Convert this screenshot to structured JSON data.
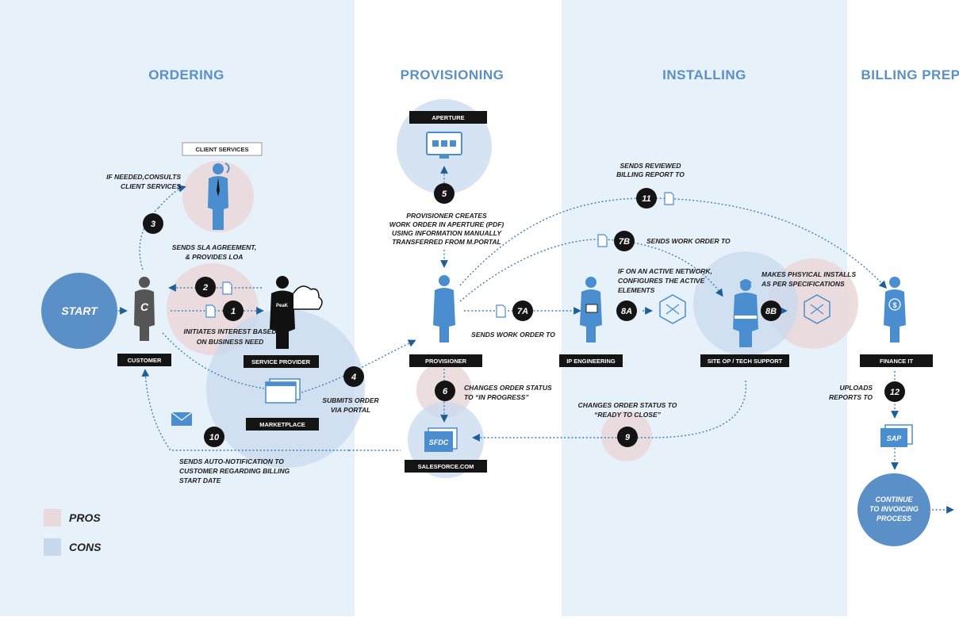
{
  "lanes": {
    "ordering": "ORDERING",
    "provisioning": "PROVISIONING",
    "installing": "INSTALLING",
    "billing": "BILLING PREP"
  },
  "nodes": {
    "start": "START",
    "customer": "CUSTOMER",
    "customer_initial": "C",
    "client_services": "CLIENT SERVICES",
    "service_provider": "SERVICE PROVIDER",
    "service_provider_logo": "PeaK",
    "marketplace": "MARKETPLACE",
    "aperture": "APERTURE",
    "provisioner": "PROVISIONER",
    "salesforce": "SALESFORCE.COM",
    "sfdc": "SFDC",
    "ip_engineering": "IP ENGINEERING",
    "site_op": "SITE OP / TECH SUPPORT",
    "finance_it": "FINANCE IT",
    "sap": "SAP",
    "continue": [
      "CONTINUE",
      "TO INVOICING",
      "PROCESS"
    ],
    "dollar": "$"
  },
  "steps": {
    "s1": "1",
    "s2": "2",
    "s3": "3",
    "s4": "4",
    "s5": "5",
    "s6": "6",
    "s7a": "7A",
    "s7b": "7B",
    "s8a": "8A",
    "s8b": "8B",
    "s9": "9",
    "s10": "10",
    "s11": "11",
    "s12": "12"
  },
  "notes": {
    "n1": [
      "INITIATES INTEREST BASED",
      "ON BUSINESS NEED"
    ],
    "n2": [
      "SENDS SLA AGREEMENT,",
      "& PROVIDES LOA"
    ],
    "n3": [
      "IF NEEDED,CONSULTS",
      "CLIENT SERVICES"
    ],
    "n4": [
      "SUBMITS ORDER",
      "VIA PORTAL"
    ],
    "n5": [
      "PROVISIONER CREATES",
      "WORK ORDER IN APERTURE (PDF)",
      "USING INFORMATION MANUALLY",
      "TRANSFERRED FROM M.PORTAL"
    ],
    "n6": [
      "CHANGES ORDER STATUS",
      "TO “IN PROGRESS”"
    ],
    "n7a": "SENDS WORK ORDER TO",
    "n7b": "SENDS WORK ORDER TO",
    "n8a": [
      "IF ON AN ACTIVE NETWORK,",
      "CONFIGURES THE ACTIVE",
      "ELEMENTS"
    ],
    "n8b": [
      "MAKES PHSYICAL INSTALLS",
      "AS PER SPECIFICATIONS"
    ],
    "n9": [
      "CHANGES ORDER STATUS TO",
      "“READY TO CLOSE”"
    ],
    "n10": [
      "SENDS AUTO-NOTIFICATION TO",
      "CUSTOMER REGARDING BILLING",
      "START DATE"
    ],
    "n11": [
      "SENDS REVIEWED",
      "BILLING REPORT TO"
    ],
    "n12": [
      "UPLOADS",
      "REPORTS TO"
    ]
  },
  "legend": {
    "pros": "PROS",
    "cons": "CONS"
  },
  "colors": {
    "lane_bg": "#e6f1fa",
    "accent": "#5b8fc7",
    "figure": "#4a8ed0",
    "pros": "#ead9da",
    "cons": "#c8d9ee",
    "flow": "#3f7fb8"
  }
}
